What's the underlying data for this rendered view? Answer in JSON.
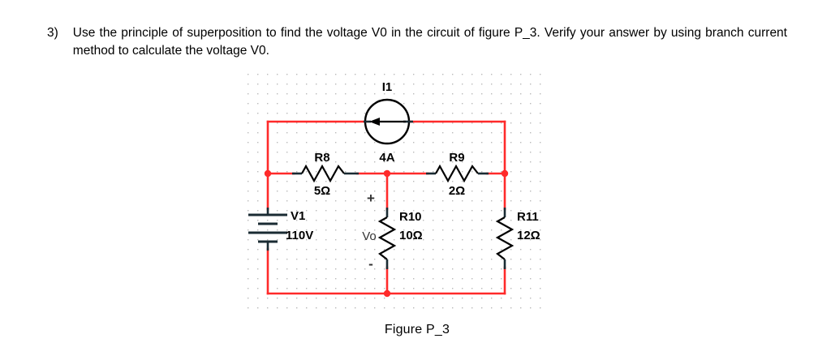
{
  "problem": {
    "number": "3)",
    "statement": "Use the principle of superposition to find the voltage V0 in the circuit of figure P_3. Verify your answer by using branch current method to calculate the voltage V0."
  },
  "figure": {
    "caption": "Figure P_3",
    "wire_color": "#ff2a2a",
    "component_color": "#000000",
    "grid_dot_color": "#b9b9b9",
    "components": {
      "current_source": {
        "ref": "I1",
        "value": "4A",
        "symbol": "current-source-circle",
        "arrow_direction": "left"
      },
      "voltage_source": {
        "ref": "V1",
        "value": "110V",
        "symbol": "battery-cell-stack"
      },
      "r8": {
        "ref": "R8",
        "value": "5Ω",
        "symbol": "resistor-zigzag",
        "orientation": "horizontal"
      },
      "r9": {
        "ref": "R9",
        "value": "2Ω",
        "symbol": "resistor-zigzag",
        "orientation": "horizontal"
      },
      "r10": {
        "ref": "R10",
        "value": "10Ω",
        "symbol": "resistor-zigzag",
        "orientation": "vertical"
      },
      "r11": {
        "ref": "R11",
        "value": "12Ω",
        "symbol": "resistor-zigzag",
        "orientation": "vertical"
      }
    },
    "measurement": {
      "label": "Vo",
      "plus_sign": "+",
      "minus_sign": "-"
    }
  }
}
